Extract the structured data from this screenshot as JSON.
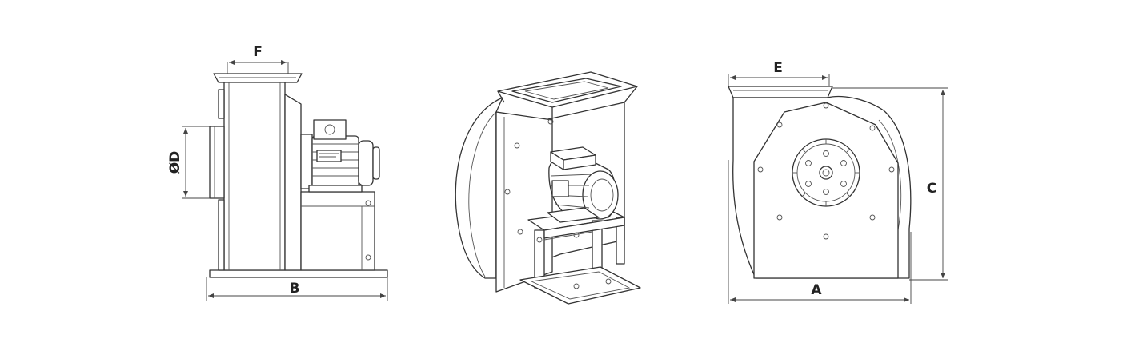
{
  "dimensions": {
    "side_view": {
      "width_label": "F",
      "length_label": "B",
      "diameter_label": "ØD"
    },
    "front_view": {
      "outlet_label": "E",
      "height_label": "C",
      "width_label": "A"
    }
  },
  "colors": {
    "line": "#333333",
    "background": "#ffffff"
  }
}
